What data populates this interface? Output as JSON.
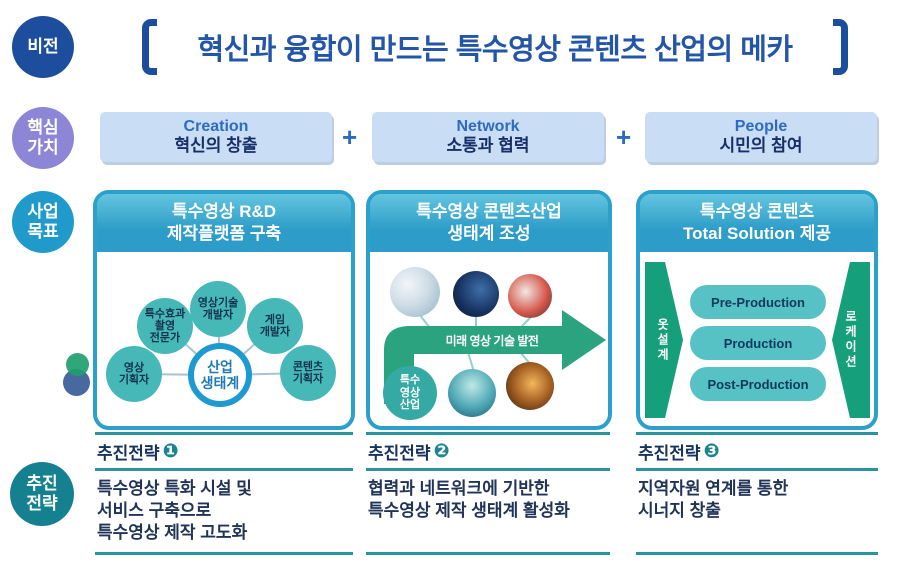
{
  "palette": {
    "dark_blue": "#1d4e9e",
    "title_blue": "#2456a8",
    "purple": "#8d85d6",
    "light_blue_box": "#c9ddf4",
    "teal_blue": "#209aca",
    "card_border": "#2aa0ca",
    "card_header": "#2d9cc8",
    "eco_node_teal": "#46b8b8",
    "green_arrow": "#2ba37f",
    "pill_teal": "#56c2c5",
    "dark_teal_badge": "#15808f",
    "line_teal": "#2a93a0",
    "navy_text": "#16325e"
  },
  "vision": {
    "badge": "비전",
    "title": "혁신과 융합이 만드는 특수영상 콘텐츠 산업의 메카"
  },
  "core_values": {
    "badge_line1": "핵심",
    "badge_line2": "가치",
    "plus": "+",
    "items": [
      {
        "en": "Creation",
        "ko": "혁신의 창출"
      },
      {
        "en": "Network",
        "ko": "소통과 협력"
      },
      {
        "en": "People",
        "ko": "시민의 참여"
      }
    ]
  },
  "goals": {
    "badge_line1": "사업",
    "badge_line2": "목표",
    "cards": [
      {
        "title_line1": "특수영상 R&D",
        "title_line2": "제작플랫폼 구축",
        "ecosystem": {
          "center": "산업\n생태계",
          "nodes": [
            "특수효과\n촬영\n전문가",
            "영상기술\n개발자",
            "게임\n개발자",
            "영상\n기획자",
            "콘텐츠\n기획자"
          ]
        }
      },
      {
        "title_line1": "특수영상 콘텐츠산업",
        "title_line2": "생태계 조성",
        "arrow_label": "미래 영상 기술 발전",
        "circle_label": "특수\n영상\n산업",
        "photos": [
          "vr-headset-user",
          "smartphone-technology",
          "game-characters",
          "underwater-scene",
          "film-production-scene"
        ]
      },
      {
        "title_line1": "특수영상 콘텐츠",
        "title_line2": "Total Solution 제공",
        "left_arrow": "옷설계",
        "right_arrow": "로케이션",
        "pills": [
          "Pre-Production",
          "Production",
          "Post-Production"
        ]
      }
    ]
  },
  "strategies": {
    "badge_line1": "추진",
    "badge_line2": "전략",
    "items": [
      {
        "label": "추진전략",
        "num": "❶",
        "text": "특수영상 특화 시설 및\n서비스 구축으로\n특수영상 제작 고도화"
      },
      {
        "label": "추진전략",
        "num": "❷",
        "text": "협력과 네트워크에 기반한\n특수영상 제작 생태계 활성화"
      },
      {
        "label": "추진전략",
        "num": "❸",
        "text": "지역자원 연계를 통한\n시너지 창출"
      }
    ]
  }
}
